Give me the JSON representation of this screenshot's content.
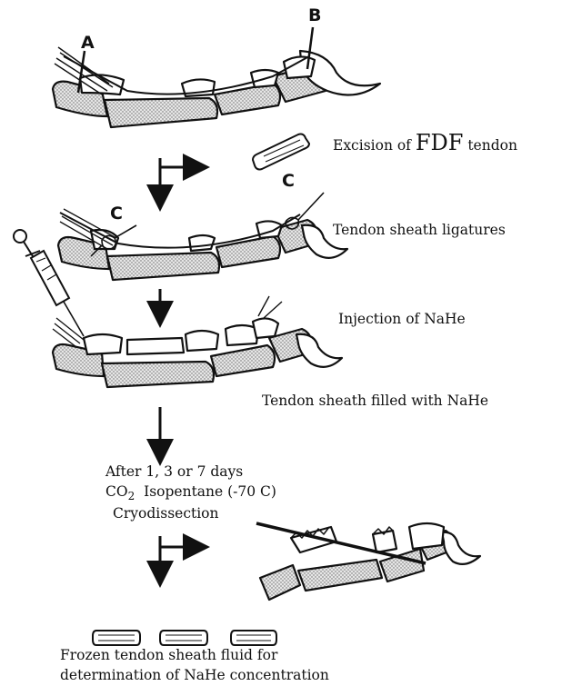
{
  "labels": {
    "a": "A",
    "b": "B",
    "c_left": "C",
    "c_right": "C"
  },
  "steps": {
    "excision_prefix": "Excision of ",
    "excision_emph": "FDF",
    "excision_suffix": " tendon",
    "ligatures": "Tendon sheath ligatures",
    "injection": "Injection of NaHe",
    "filled": "Tendon sheath filled with NaHe",
    "after_days": "After 1, 3 or 7 days",
    "co2_prefix": "CO",
    "co2_sub": "2",
    "isopentane": "Isopentane (-70 C)",
    "cryo": "Cryodissection",
    "frozen_line1": "Frozen tendon sheath fluid for",
    "frozen_line2": "determination of NaHe concentration"
  },
  "colors": {
    "stroke": "#111111",
    "bone_fill": "#d4d4d4",
    "paper": "#ffffff"
  }
}
